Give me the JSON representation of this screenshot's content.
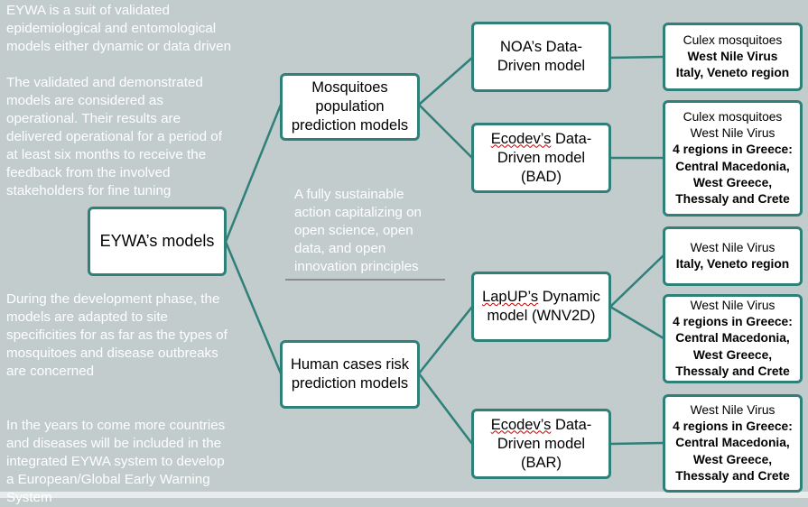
{
  "left_text": {
    "p1": "EYWA is a suit of validated\nepidemiological and entomological\nmodels either dynamic or data driven",
    "p2": "The validated and demonstrated\nmodels are considered as\noperational. Their results are\ndelivered operational for a period of\nat least six months to receive the\nfeedback from the involved\nstakeholders for fine tuning",
    "p3": "During the development phase, the\nmodels are adapted to site\nspecificities for as far as the types of\nmosquitoes and disease outbreaks\nare concerned",
    "p4": "In the years to come more countries\nand diseases will be included in the\nintegrated EYWA system to develop\na European/Global Early Warning\nSystem"
  },
  "center_text": "A fully sustainable\naction capitalizing on\nopen science, open\ndata, and open\ninnovation  principles",
  "root": "EYWA’s models",
  "branches": {
    "mosquitoes": {
      "line1": "Mosquitoes",
      "line2": "population",
      "line3": "prediction models"
    },
    "human": {
      "line1": "Human cases risk",
      "line2": "prediction models"
    }
  },
  "models": {
    "noa": {
      "line1": "NOA’s Data-",
      "line2": "Driven model"
    },
    "ecodev_bad": {
      "name": "Ecodev’s",
      "line1_rest": " Data-",
      "line2": "Driven model",
      "line3": "(BAD)"
    },
    "lapup": {
      "name": "LapUP’s",
      "line1_rest": " Dynamic",
      "line2": "model (WNV2D)"
    },
    "ecodev_bar": {
      "name": "Ecodev’s",
      "line1_rest": " Data-",
      "line2": "Driven model",
      "line3": "(BAR)"
    }
  },
  "targets": {
    "t1": {
      "l1": "Culex mosquitoes",
      "l2": "West Nile Virus",
      "l3": "Italy, Veneto region"
    },
    "t2": {
      "l1": "Culex mosquitoes",
      "l2": "West Nile Virus",
      "l3": "4 regions in Greece:",
      "l4": "Central Macedonia,",
      "l5": "West Greece,",
      "l6": "Thessaly and Crete"
    },
    "t3": {
      "l1": "West Nile Virus",
      "l2": "Italy, Veneto region"
    },
    "t4": {
      "l1": "West Nile Virus",
      "l2": "4 regions in Greece:",
      "l3": "Central Macedonia,",
      "l4": "West Greece,",
      "l5": "Thessaly and Crete"
    },
    "t5": {
      "l1": "West Nile Virus",
      "l2": "4 regions in Greece:",
      "l3": "Central Macedonia,",
      "l4": "West Greece,",
      "l5": "Thessaly and Crete"
    }
  },
  "colors": {
    "background": "#c2cccc",
    "border": "#2e8079",
    "connector": "#2e8079",
    "text_light": "#ffffff"
  }
}
